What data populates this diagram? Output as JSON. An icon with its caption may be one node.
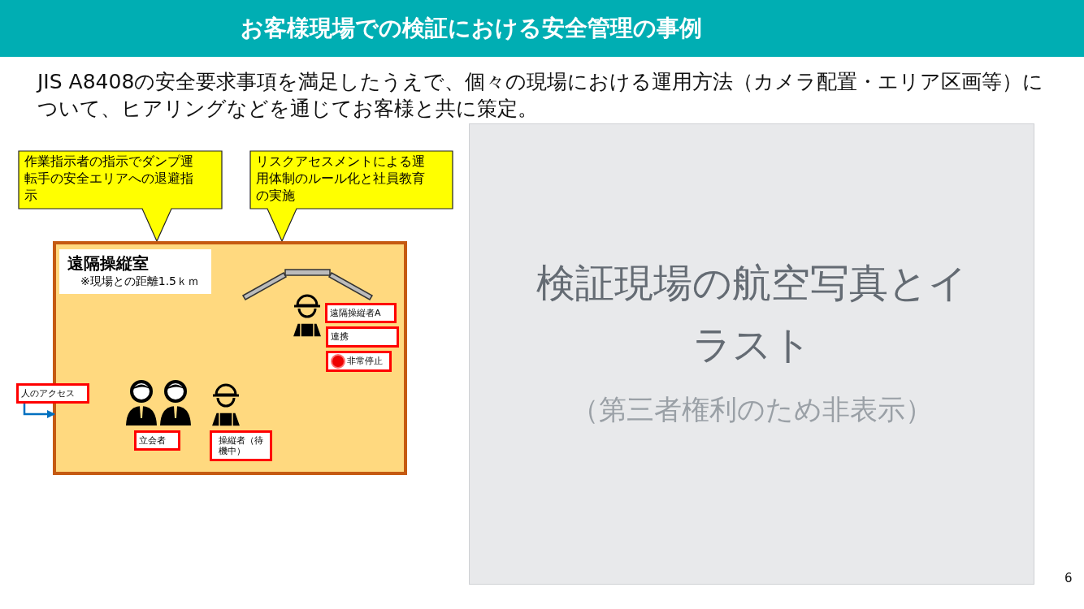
{
  "diagram": {
    "title": "お客様現場での検証における安全管理の事例",
    "nodes": [
      {
        "text": [
          "作業指示者の指示でダンプ運転手の安全エリアへの退避指示"
        ]
      },
      {
        "text": [
          "リスクアセスメントによる運用体制のルール化と社員教育の実施"
        ]
      },
      {
        "text": [
          "遠隔操縦室",
          "※現場との距離1.5ｋｍ"
        ]
      },
      {
        "text": [
          "遠隔操縦者A"
        ],
        "in": 2
      },
      {
        "text": [
          "連携"
        ],
        "in": 2
      },
      {
        "text": [
          "非常停止"
        ],
        "in": 2
      },
      {
        "text": [
          "人のアクセス"
        ]
      },
      {
        "text": [
          "立会者"
        ],
        "in": 2
      },
      {
        "text": [
          "操縦者（待機中）"
        ],
        "in": 2
      }
    ],
    "edges": [
      {
        "from": 6,
        "to": 2,
        "arrow": "to",
        "color": "#0070c0"
      }
    ],
    "labels": [
      "JIS A8408の安全要求事項を満足したうえで、個々の現場における運用方法（カメラ配置・エリア区画等）について、ヒアリングなどを通じてお客様と共に策定。",
      "検証現場の航空写真とイラスト",
      "（第三者権利のため非表示）",
      "6"
    ]
  }
}
